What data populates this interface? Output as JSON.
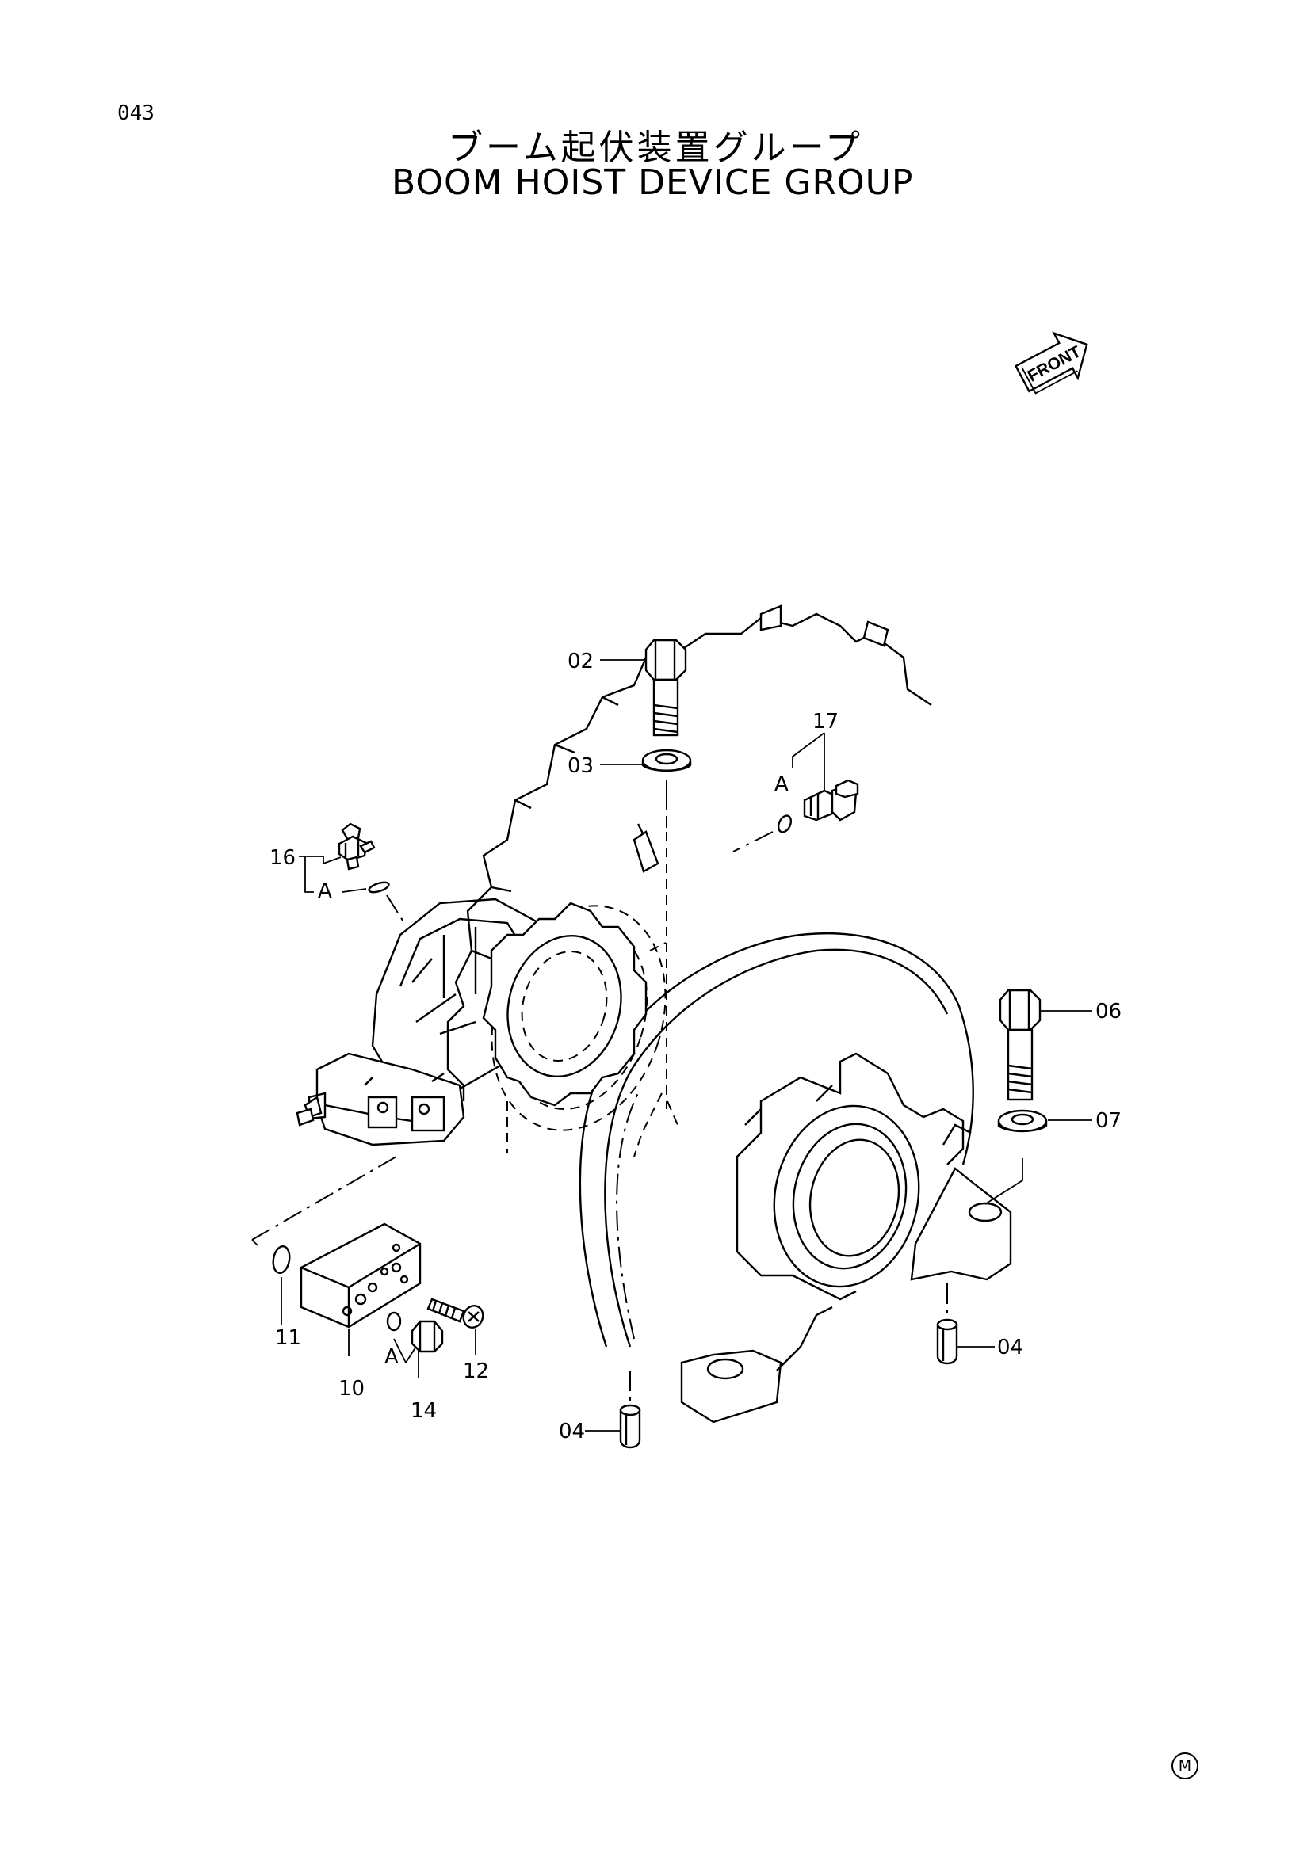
{
  "page_number": "043",
  "title_jp": "ブーム起伏装置グループ",
  "title_en": "BOOM HOIST DEVICE GROUP",
  "front_indicator": "FRONT",
  "corner_mark": "M",
  "callouts": {
    "p02": "02",
    "p03": "03",
    "p17": "17",
    "a_17": "A",
    "p16": "16",
    "a_16": "A",
    "p06": "06",
    "p07": "07",
    "p04_right": "04",
    "p04_bottom": "04",
    "p11": "11",
    "p10": "10",
    "a_14": "A",
    "p14": "14",
    "p12": "12"
  },
  "icons": [
    "front-arrow-icon",
    "hex-bolt-icon",
    "washer-icon",
    "plug-icon",
    "elbow-fitting-icon",
    "o-ring-icon",
    "valve-block-icon",
    "m-circle-icon"
  ]
}
